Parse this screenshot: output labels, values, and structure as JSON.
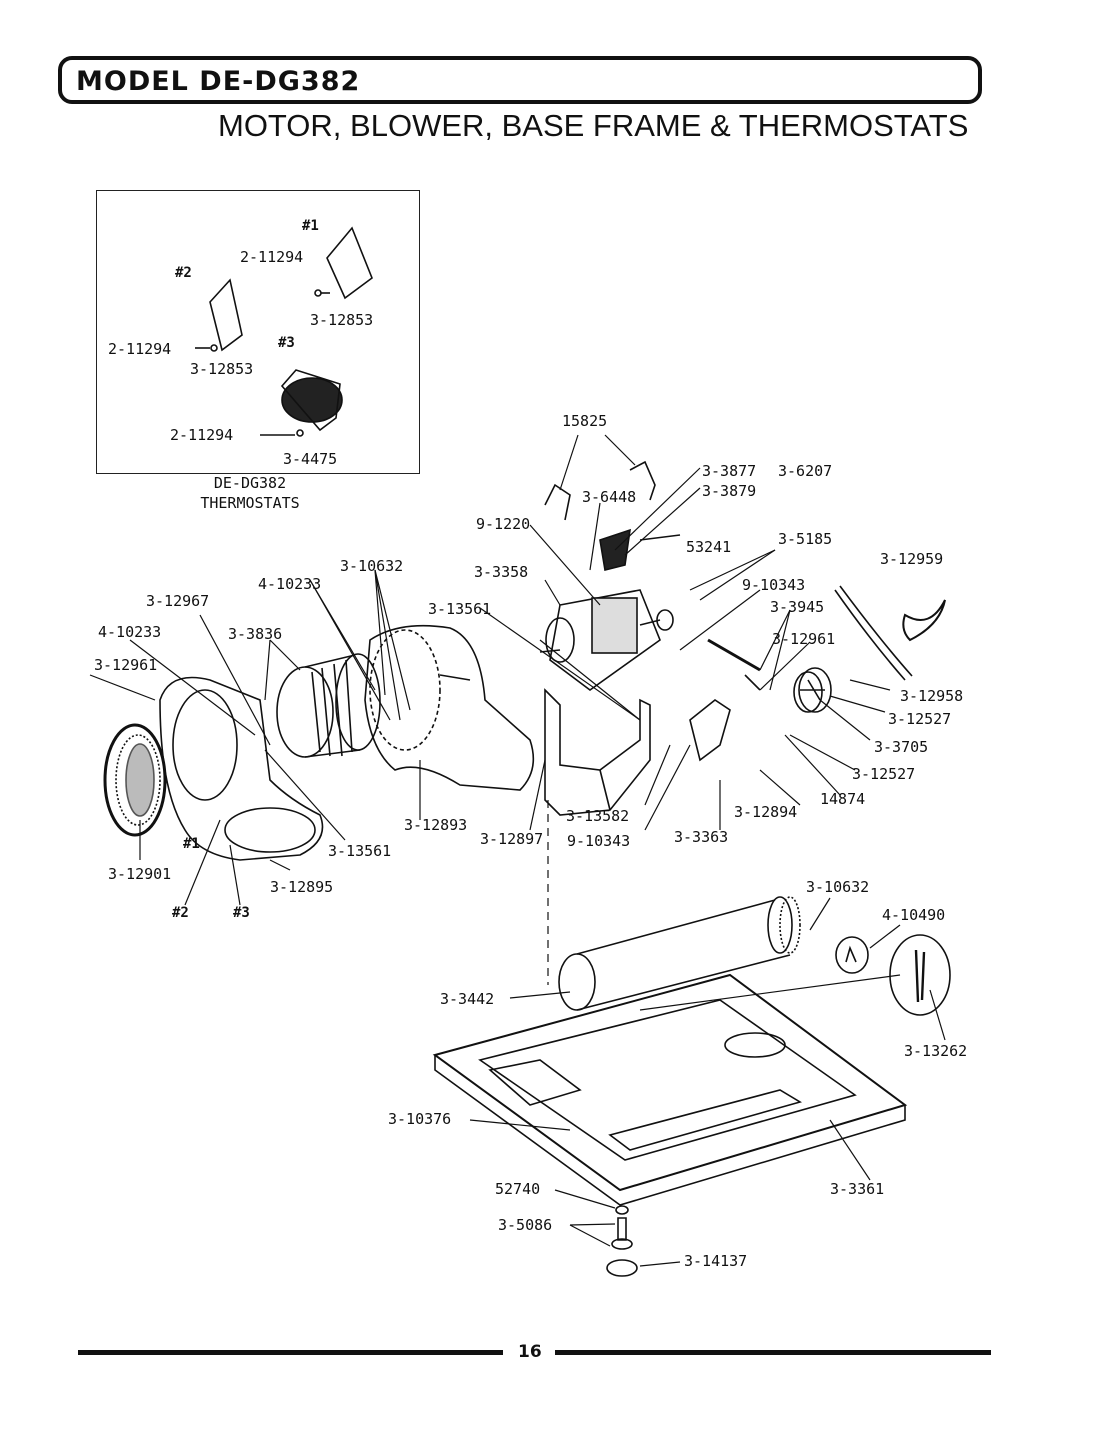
{
  "header": {
    "model": "MODEL DE-DG382",
    "title": "MOTOR, BLOWER, BASE FRAME & THERMOSTATS"
  },
  "inset": {
    "caption_line1": "DE-DG382",
    "caption_line2": "THERMOSTATS",
    "labels": {
      "num1": "#1",
      "num2": "#2",
      "num3": "#3",
      "p_2_11294_a": "2-11294",
      "p_3_12853_a": "3-12853",
      "p_2_11294_b": "2-11294",
      "p_3_12853_b": "3-12853",
      "p_2_11294_c": "2-11294",
      "p_3_4475": "3-4475"
    }
  },
  "parts": {
    "p15825": "15825",
    "p3_3877": "3-3877",
    "p3_6207": "3-6207",
    "p3_3879": "3-3879",
    "p3_6448": "3-6448",
    "p9_1220": "9-1220",
    "p53241": "53241",
    "p3_5185": "3-5185",
    "p3_12959": "3-12959",
    "p3_3358": "3-3358",
    "p9_10343_a": "9-10343",
    "p3_3945": "3-3945",
    "p3_12961_r": "3-12961",
    "p3_10632_a": "3-10632",
    "p4_10233_a": "4-10233",
    "p3_12967": "3-12967",
    "p3_13561_a": "3-13561",
    "p4_10233_b": "4-10233",
    "p3_3836": "3-3836",
    "p3_12961_l": "3-12961",
    "p3_12958": "3-12958",
    "p3_12527_a": "3-12527",
    "p3_3705": "3-3705",
    "p3_12527_b": "3-12527",
    "p14874": "14874",
    "p3_12894": "3-12894",
    "p3_13582": "3-13582",
    "p3_12893": "3-12893",
    "p3_12897": "3-12897",
    "p9_10343_b": "9-10343",
    "p3_3363": "3-3363",
    "p3_13561_b": "3-13561",
    "p3_12901": "3-12901",
    "p3_12895": "3-12895",
    "tag1": "#1",
    "tag2": "#2",
    "tag3": "#3",
    "p3_10632_b": "3-10632",
    "p4_10490": "4-10490",
    "p3_3442": "3-3442",
    "p3_13262": "3-13262",
    "p3_10376": "3-10376",
    "p3_3361": "3-3361",
    "p52740": "52740",
    "p3_5086": "3-5086",
    "p3_14137": "3-14137"
  },
  "footer": {
    "page_number": "16"
  }
}
